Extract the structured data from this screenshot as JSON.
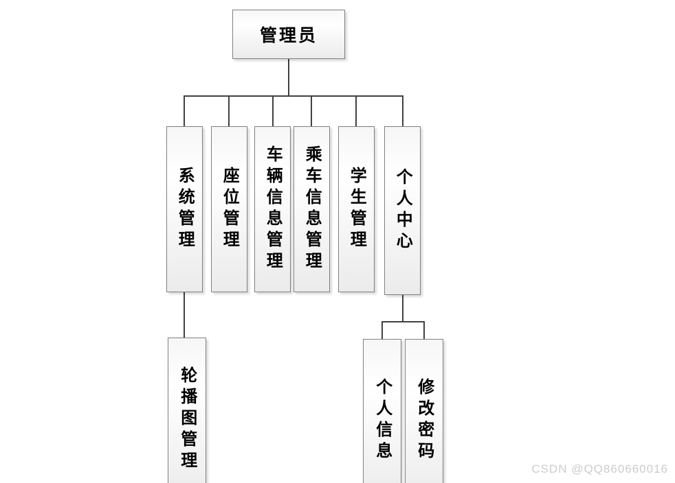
{
  "diagram": {
    "title": "admin function tree",
    "root": {
      "label": "管理员"
    },
    "level2": [
      {
        "label": "系统管理"
      },
      {
        "label": "座位管理"
      },
      {
        "label": "车辆信息管理"
      },
      {
        "label": "乘车信息管理"
      },
      {
        "label": "学生管理"
      },
      {
        "label": "个人中心"
      }
    ],
    "level3": [
      {
        "label": "轮播图管理",
        "parent": "系统管理"
      },
      {
        "label": "个人信息",
        "parent": "个人中心"
      },
      {
        "label": "修改密码",
        "parent": "个人中心"
      }
    ]
  },
  "colors": {
    "connector": "#404040",
    "box_border": "#7f7f7f",
    "watermark_text": "#cccccc"
  },
  "watermark": "CSDN @QQ860660016"
}
